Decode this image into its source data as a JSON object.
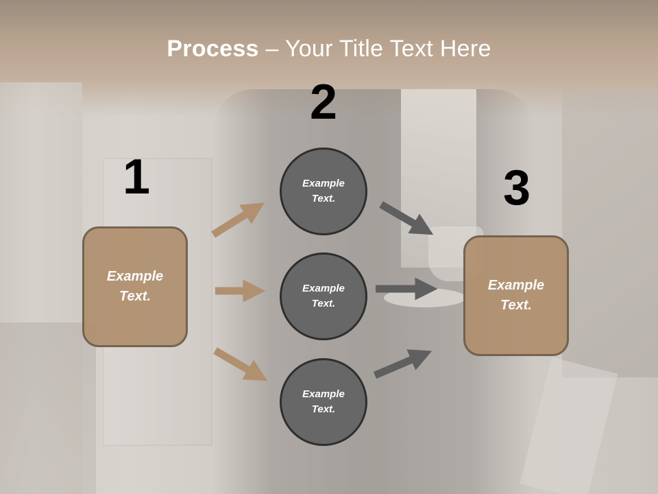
{
  "title": {
    "bold": "Process",
    "dash": " – ",
    "rest": "Your Title Text Here"
  },
  "steps": {
    "one": "1",
    "two": "2",
    "three": "3"
  },
  "left_box": {
    "line1": "Example",
    "line2": "Text."
  },
  "right_box": {
    "line1": "Example",
    "line2": "Text."
  },
  "circles": [
    {
      "line1": "Example",
      "line2": "Text."
    },
    {
      "line1": "Example",
      "line2": "Text."
    },
    {
      "line1": "Example",
      "line2": "Text."
    }
  ],
  "colors": {
    "box_fill": "#b0906f",
    "box_border": "#6e5a47",
    "circle_fill": "#676767",
    "circle_border": "#2e2e2e",
    "arrow_tan": "#b0906f",
    "arrow_gray": "#5f5f5f",
    "title_band": "#a4876b"
  }
}
